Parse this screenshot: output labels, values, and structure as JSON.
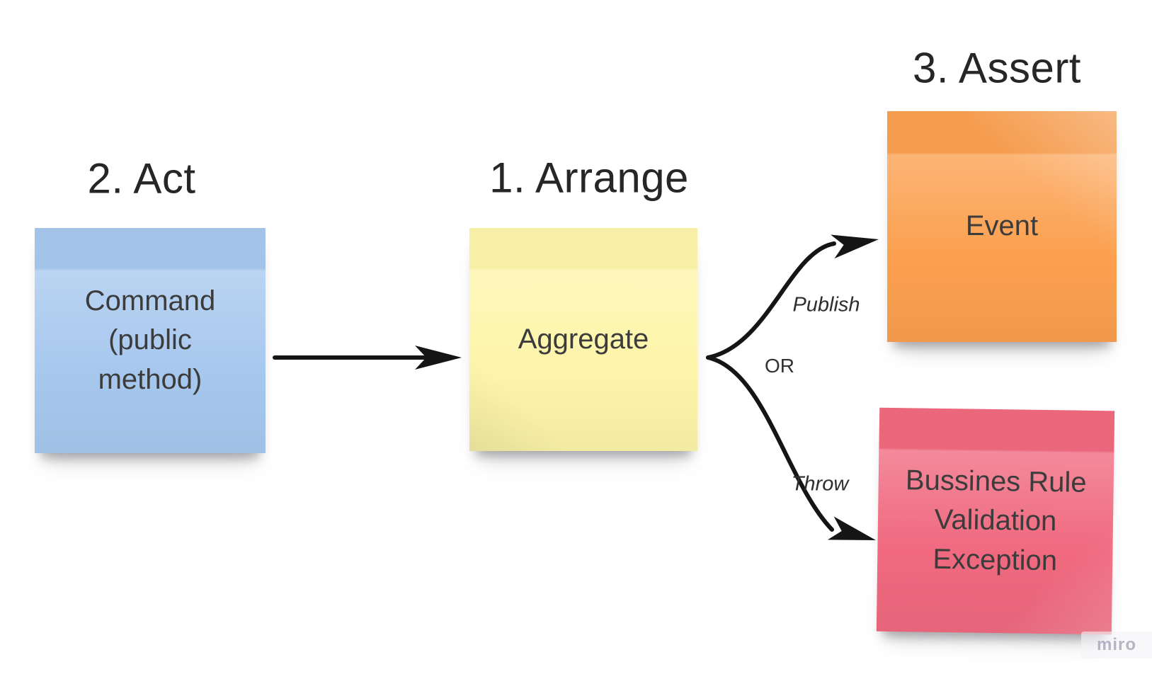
{
  "headings": {
    "arrange": "1. Arrange",
    "act": "2. Act",
    "assert": "3. Assert"
  },
  "notes": {
    "command": {
      "text": "Command\n(public\nmethod)",
      "color": "#a7c8ee"
    },
    "aggregate": {
      "text": "Aggregate",
      "color": "#fdf5a9"
    },
    "event": {
      "text": "Event",
      "color": "#fba04f"
    },
    "exception": {
      "text": "Bussines Rule\nValidation\nException",
      "color": "#f0697f"
    }
  },
  "connectors": {
    "aggregate_to_event_label": "Publish",
    "aggregate_to_exception_label": "Throw",
    "branch_or_label": "OR"
  },
  "watermark": {
    "label": "miro"
  },
  "colors": {
    "connector_ink": "#151515",
    "heading_text": "#262626",
    "note_text": "#3c3c3c",
    "watermark_text": "#b5b4c5"
  }
}
